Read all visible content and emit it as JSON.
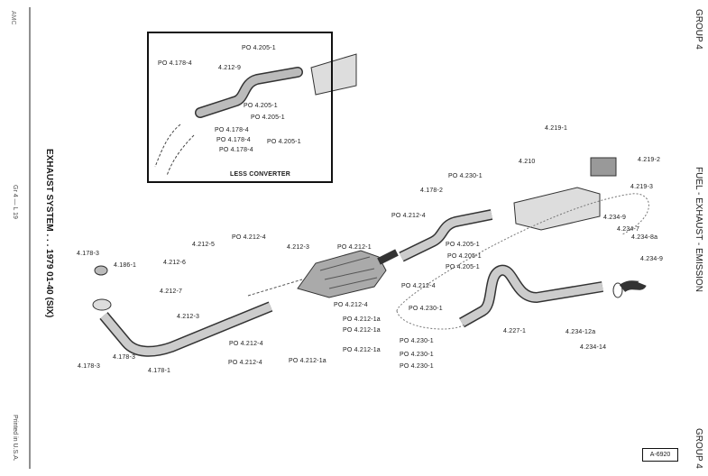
{
  "left_margin": {
    "publisher": "AMC",
    "title": "EXHAUST SYSTEM . . . 1979 01-40 (SIX)",
    "page_ref": "Gr 4 — L 19",
    "printed": "Printed in U.S.A."
  },
  "right_margin": {
    "group_top": "GROUP 4",
    "section": "FUEL - EXHAUST - EMISSION",
    "group_bottom": "GROUP 4"
  },
  "figure_number": "A-6920",
  "inset": {
    "caption": "LESS CONVERTER",
    "labels": [
      "PO 4.205-1",
      "PO 4.178-4",
      "4.212-9",
      "PO 4.205-1",
      "PO 4.205-1",
      "PO 4.178-4",
      "PO 4.178-4",
      "PO 4.205-1",
      "PO 4.178-4"
    ]
  },
  "labels": [
    "4.178-3",
    "4.186-1",
    "4.212-6",
    "4.212-5",
    "PO 4.212-4",
    "4.212-3",
    "PO 4.212-1",
    "4.212-7",
    "4.212-3",
    "PO 4.212-4",
    "PO 4.212-4",
    "4.178-3",
    "4.178-3",
    "4.178-1",
    "PO 4.212-4",
    "PO 4.212-1a",
    "PO 4.212-1a",
    "PO 4.212-1a",
    "PO 4.212-1a",
    "4.219-1",
    "4.219-2",
    "4.219-3",
    "4.210",
    "PO 4.230-1",
    "4.178-2",
    "PO 4.212-4",
    "PO 4.205-1",
    "PO 4.205-1",
    "PO 4.205-1",
    "4.234-9",
    "4.234-7",
    "4.234-8a",
    "4.234-9",
    "PO 4.212-4",
    "PO 4.230-1",
    "PO 4.230-1",
    "PO 4.230-1",
    "PO 4.230-1",
    "4.227-1",
    "4.234-12a",
    "4.234-14"
  ]
}
